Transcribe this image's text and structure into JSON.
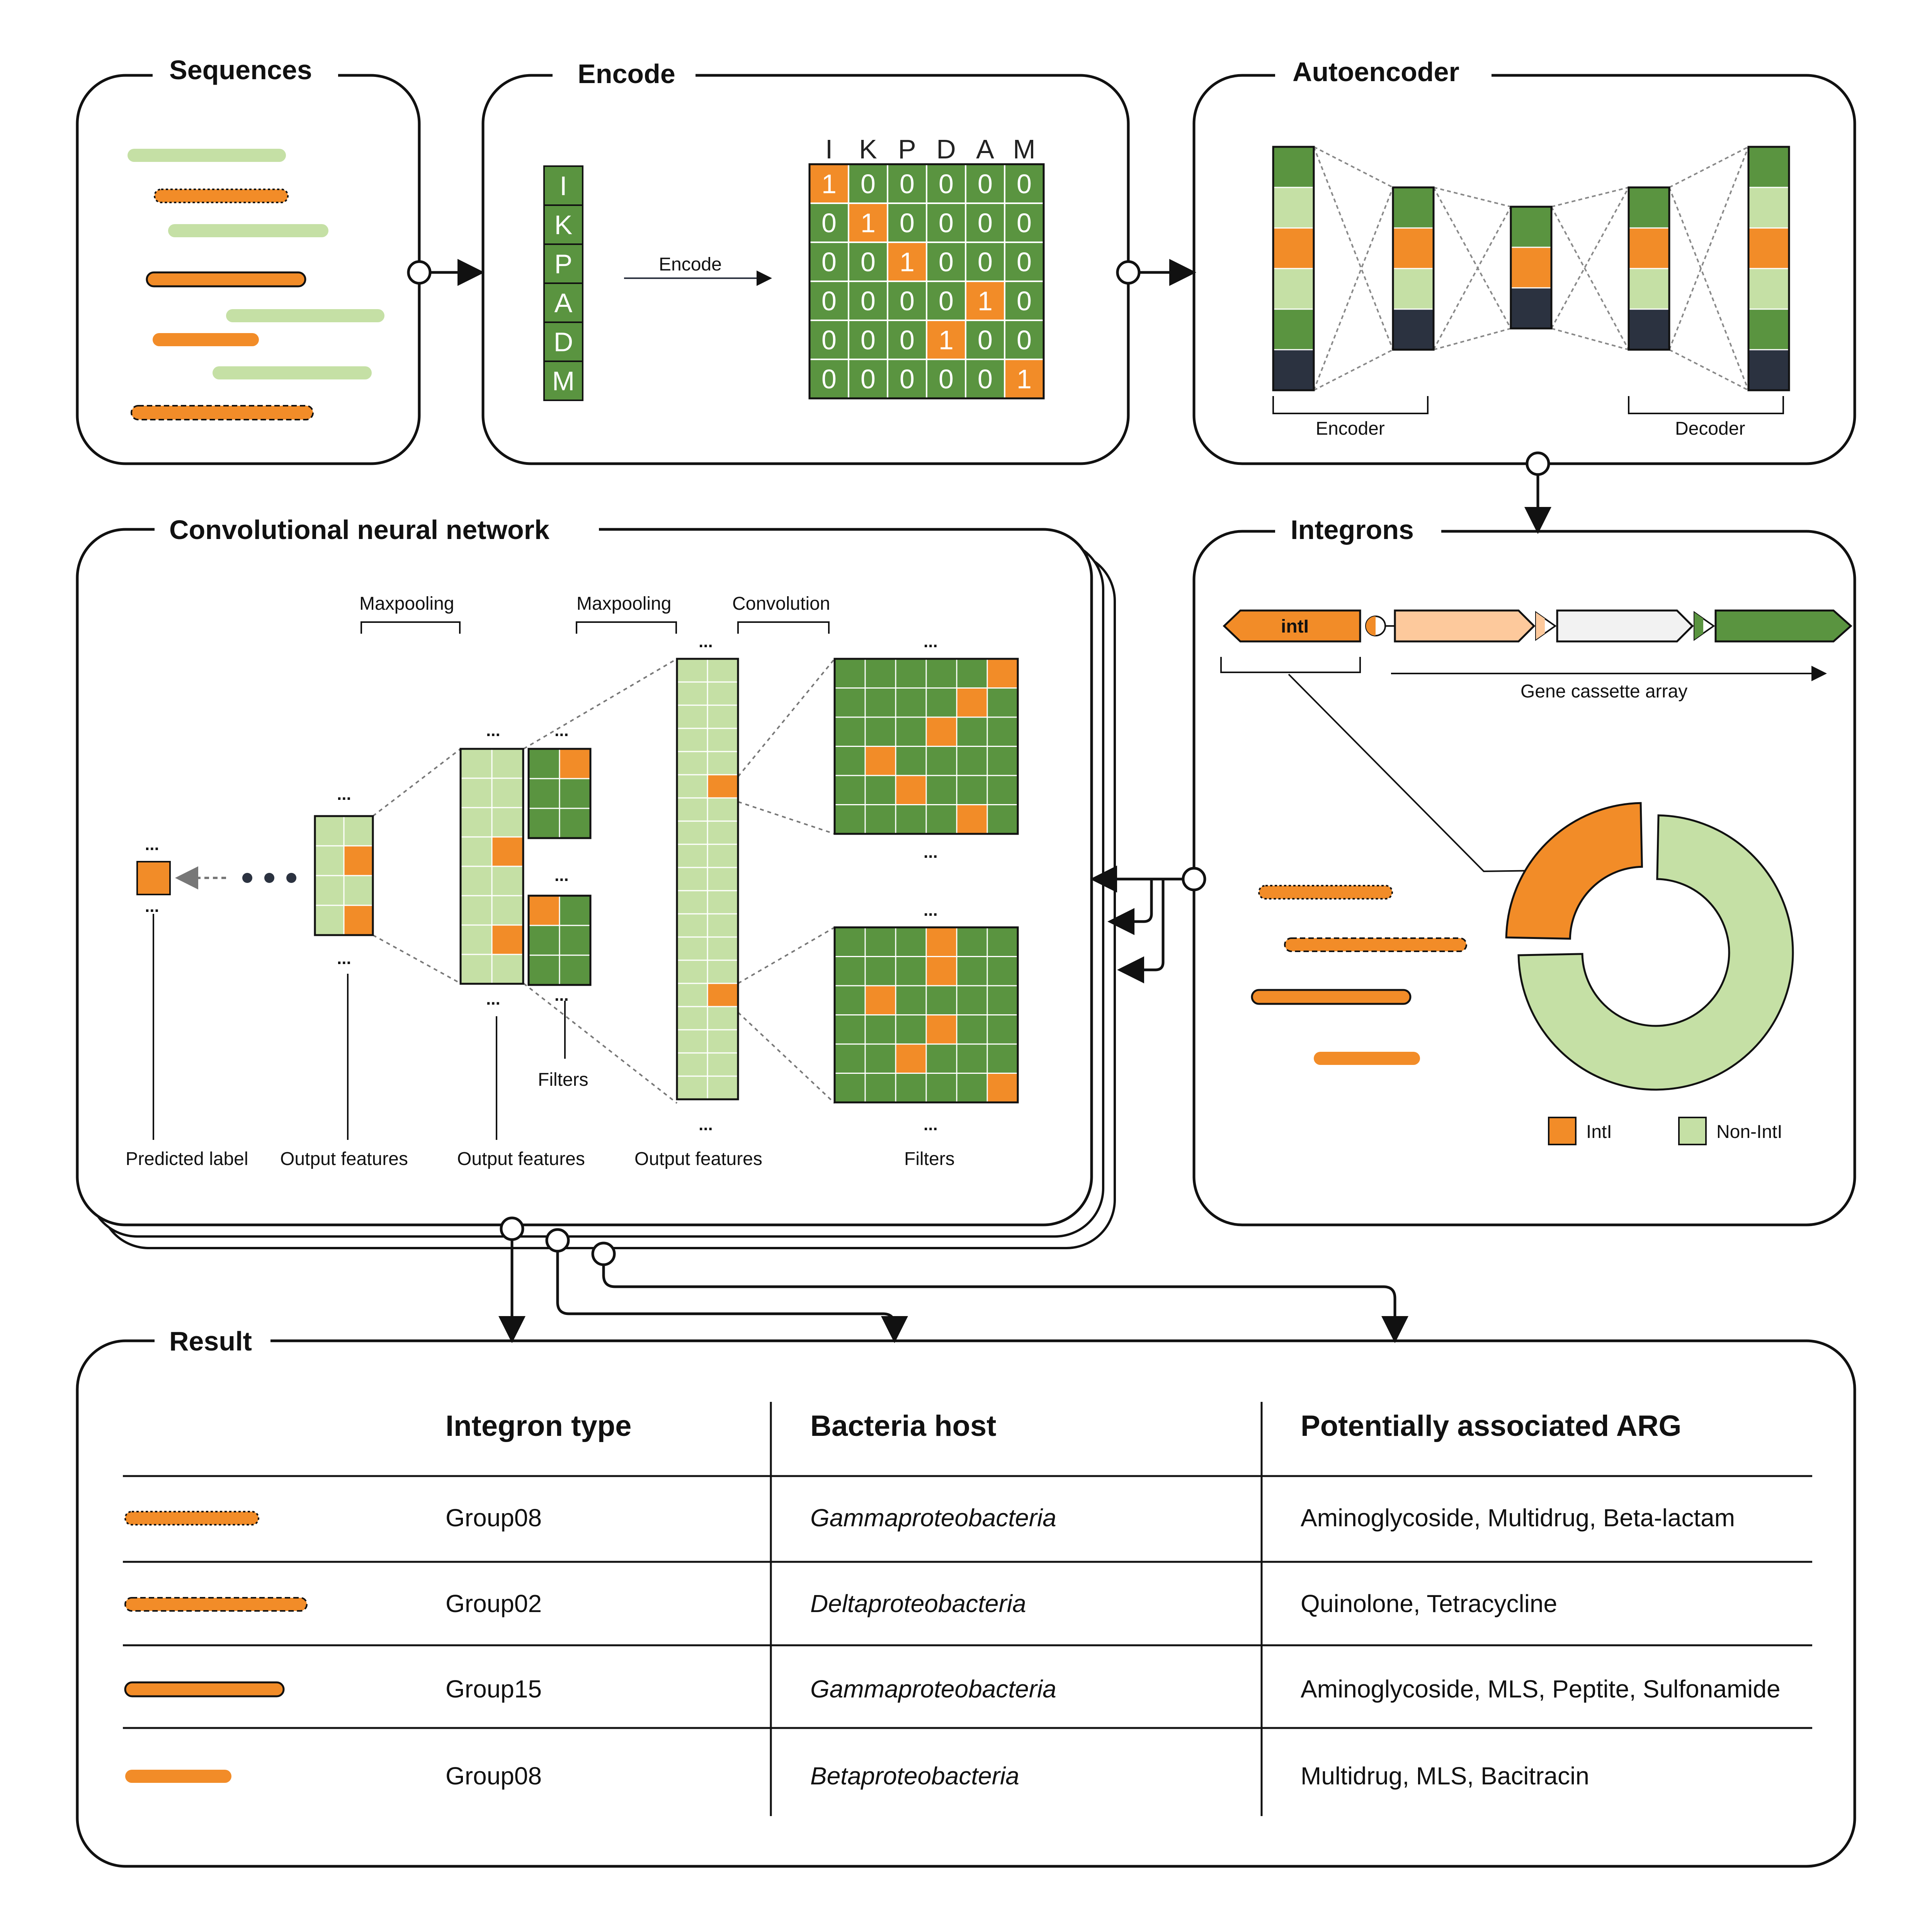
{
  "panels": {
    "sequences": {
      "title": "Sequences"
    },
    "encode": {
      "title": "Encode",
      "arrow_label": "Encode",
      "letters": [
        "I",
        "K",
        "P",
        "A",
        "D",
        "M"
      ],
      "column_headers": [
        "I",
        "K",
        "P",
        "D",
        "A",
        "M"
      ],
      "matrix": [
        [
          1,
          0,
          0,
          0,
          0,
          0
        ],
        [
          0,
          1,
          0,
          0,
          0,
          0
        ],
        [
          0,
          0,
          1,
          0,
          0,
          0
        ],
        [
          0,
          0,
          0,
          0,
          1,
          0
        ],
        [
          0,
          0,
          0,
          1,
          0,
          0
        ],
        [
          0,
          0,
          0,
          0,
          0,
          1
        ]
      ]
    },
    "autoencoder": {
      "title": "Autoencoder",
      "encoder_label": "Encoder",
      "decoder_label": "Decoder"
    },
    "cnn": {
      "title": "Convolutional neural network",
      "op_labels": [
        "Maxpooling",
        "Maxpooling",
        "Convolution"
      ],
      "filters_label": "Filters",
      "bottom_labels": [
        "Predicted label",
        "Output features",
        "Output features",
        "Output features",
        "Filters"
      ],
      "ellipsis": "..."
    },
    "integrons": {
      "title": "Integrons",
      "gene_label": "intI",
      "array_label": "Gene cassette array",
      "legend": [
        "IntI",
        "Non-IntI"
      ],
      "donut": {
        "intI_fraction": 0.25
      }
    },
    "result": {
      "title": "Result",
      "headers": [
        "Integron type",
        "Bacteria host",
        "Potentially associated ARG"
      ],
      "rows": [
        {
          "type": "Group08",
          "host": "Gammaproteobacteria",
          "arg": "Aminoglycoside, Multidrug, Beta-lactam"
        },
        {
          "type": "Group02",
          "host": "Deltaproteobacteria",
          "arg": "Quinolone, Tetracycline"
        },
        {
          "type": "Group15",
          "host": "Gammaproteobacteria",
          "arg": "Aminoglycoside, MLS, Peptite, Sulfonamide"
        },
        {
          "type": "Group08",
          "host": "Betaproteobacteria",
          "arg": "Multidrug, MLS, Bacitracin"
        }
      ]
    }
  },
  "colors": {
    "dark_green": "#5a9440",
    "light_green": "#c5e0a5",
    "orange": "#f28c28",
    "peach": "#fdc99c",
    "navy": "#2b3240",
    "line": "#111111"
  }
}
